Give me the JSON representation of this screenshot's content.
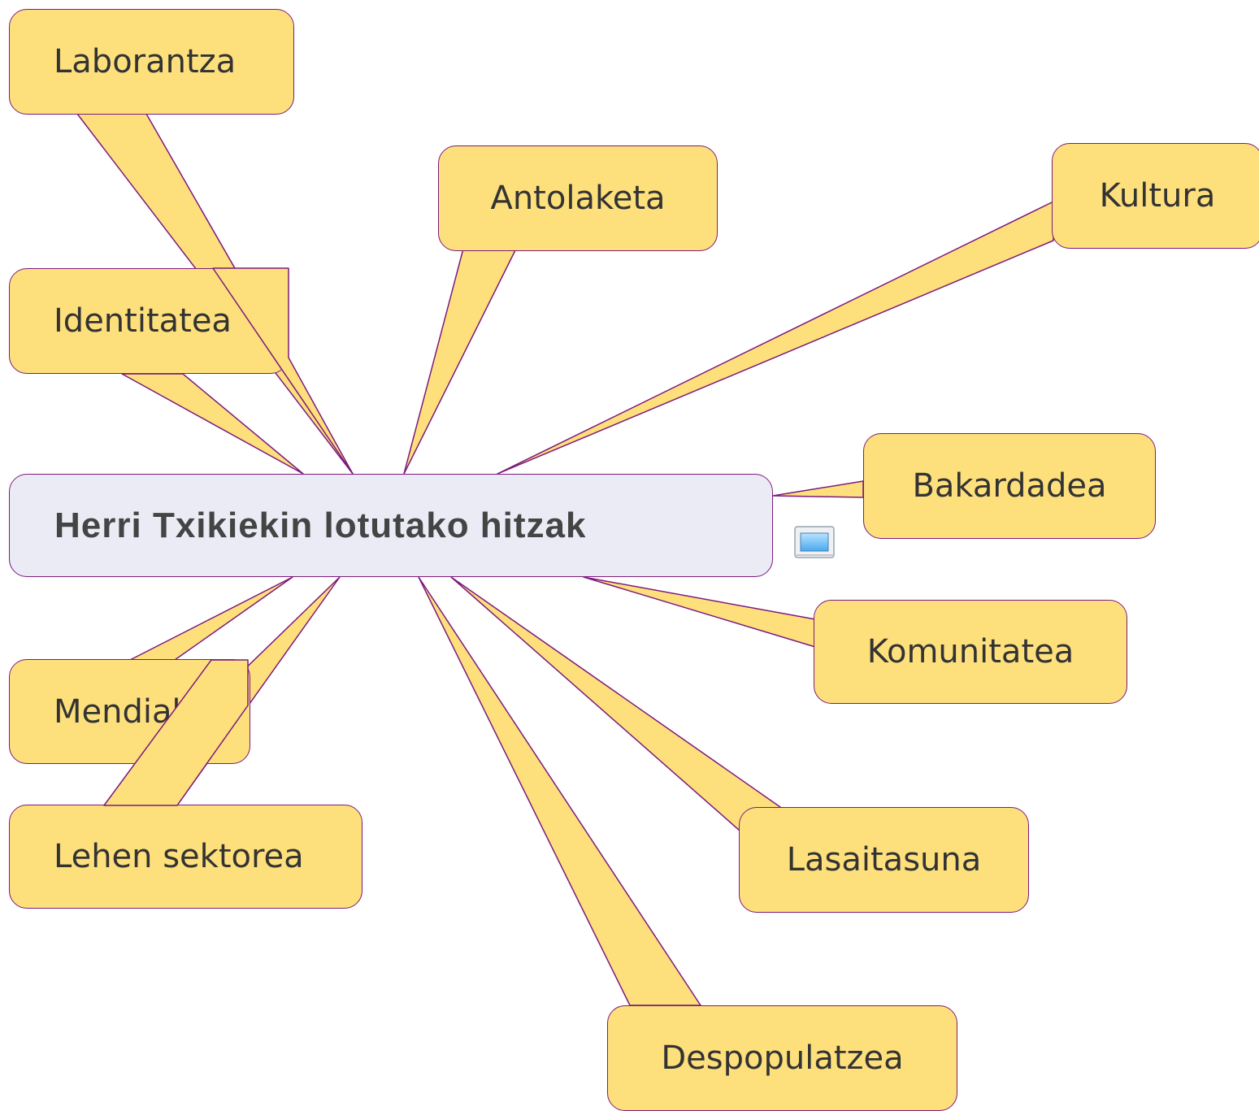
{
  "central": {
    "label": "Herri Txikiekin lotutako hitzak"
  },
  "topics": {
    "laborantza": "Laborantza",
    "antolaketa": "Antolaketa",
    "kultura": "Kultura",
    "identitatea": "Identitatea",
    "bakardadea": "Bakardadea",
    "komunitatea": "Komunitatea",
    "mendiak": "Mendiak",
    "lehen_sektorea": "Lehen sektorea",
    "lasaitasuna": "Lasaitasuna",
    "despopulatzea": "Despopulatzea"
  },
  "attachments": {
    "note_icon": "note-icon"
  },
  "colors": {
    "topic_fill": "#fde07c",
    "central_fill": "#ebebf6",
    "border": "#7d1a7d",
    "text": "#333333"
  }
}
